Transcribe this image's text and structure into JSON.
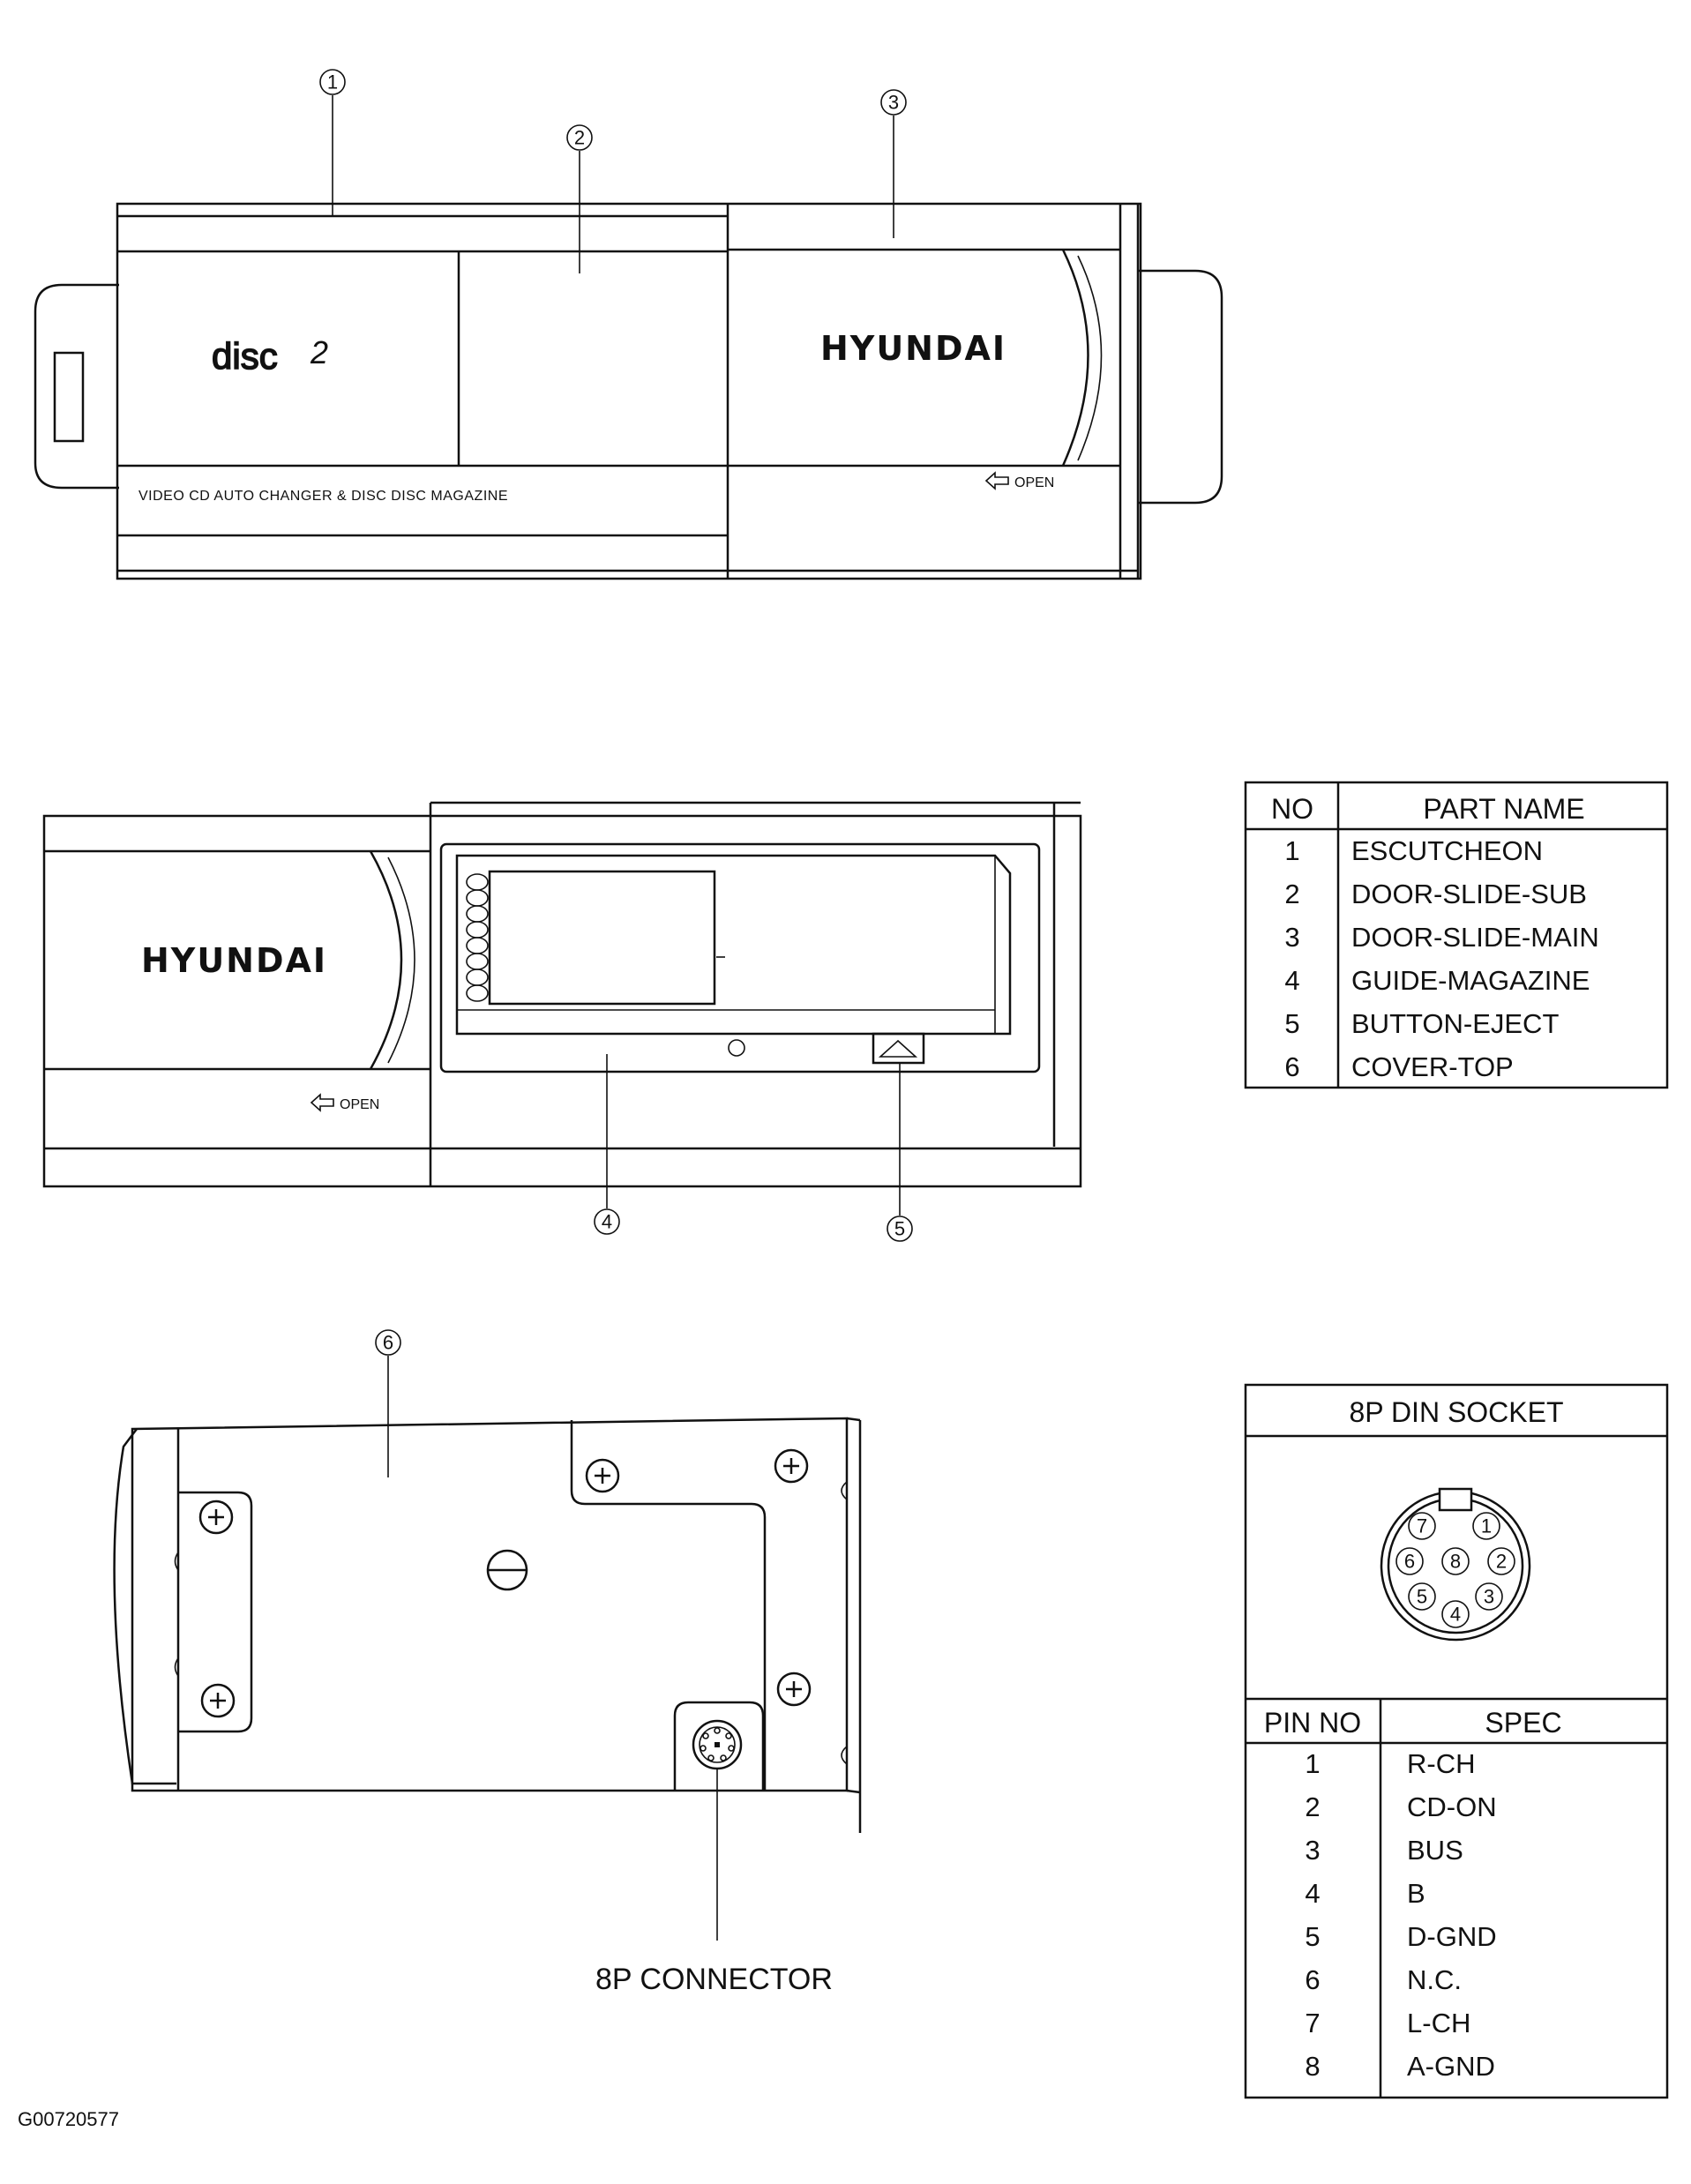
{
  "callouts": [
    "1",
    "2",
    "3",
    "4",
    "5",
    "6"
  ],
  "view1": {
    "brand_logo": "HYUNDAI",
    "disc_logo": "disc",
    "panel_caption": "VIDEO CD AUTO CHANGER & DISC DISC MAGAZINE",
    "open_label": "OPEN"
  },
  "view2": {
    "brand_logo": "HYUNDAI",
    "open_label": "OPEN"
  },
  "view3": {
    "connector_label": "8P CONNECTOR"
  },
  "parts_table": {
    "headers": [
      "NO",
      "PART NAME"
    ],
    "rows": [
      {
        "no": "1",
        "name": "ESCUTCHEON"
      },
      {
        "no": "2",
        "name": "DOOR-SLIDE-SUB"
      },
      {
        "no": "3",
        "name": "DOOR-SLIDE-MAIN"
      },
      {
        "no": "4",
        "name": "GUIDE-MAGAZINE"
      },
      {
        "no": "5",
        "name": "BUTTON-EJECT"
      },
      {
        "no": "6",
        "name": "COVER-TOP"
      }
    ]
  },
  "din_socket": {
    "title": "8P DIN SOCKET",
    "pins": [
      "1",
      "2",
      "3",
      "4",
      "5",
      "6",
      "7",
      "8"
    ]
  },
  "pin_table": {
    "headers": [
      "PIN NO",
      "SPEC"
    ],
    "rows": [
      {
        "pin": "1",
        "spec": "R-CH"
      },
      {
        "pin": "2",
        "spec": "CD-ON"
      },
      {
        "pin": "3",
        "spec": "BUS"
      },
      {
        "pin": "4",
        "spec": "B"
      },
      {
        "pin": "5",
        "spec": "D-GND"
      },
      {
        "pin": "6",
        "spec": "N.C."
      },
      {
        "pin": "7",
        "spec": "L-CH"
      },
      {
        "pin": "8",
        "spec": "A-GND"
      }
    ]
  },
  "figure_id": "G00720577"
}
